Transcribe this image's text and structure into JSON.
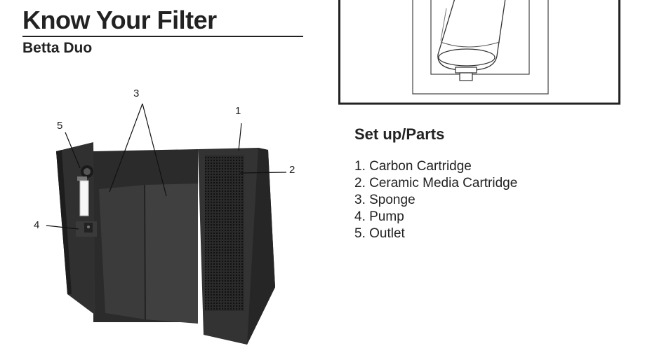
{
  "header": {
    "title": "Know Your Filter",
    "subtitle": "Betta Duo"
  },
  "diagram": {
    "callouts": [
      "1",
      "2",
      "3",
      "4",
      "5"
    ]
  },
  "parts": {
    "heading": "Set up/Parts",
    "items": [
      "1. Carbon Cartridge",
      "2. Ceramic Media Cartridge",
      "3. Sponge",
      "4. Pump",
      "5. Outlet"
    ]
  }
}
